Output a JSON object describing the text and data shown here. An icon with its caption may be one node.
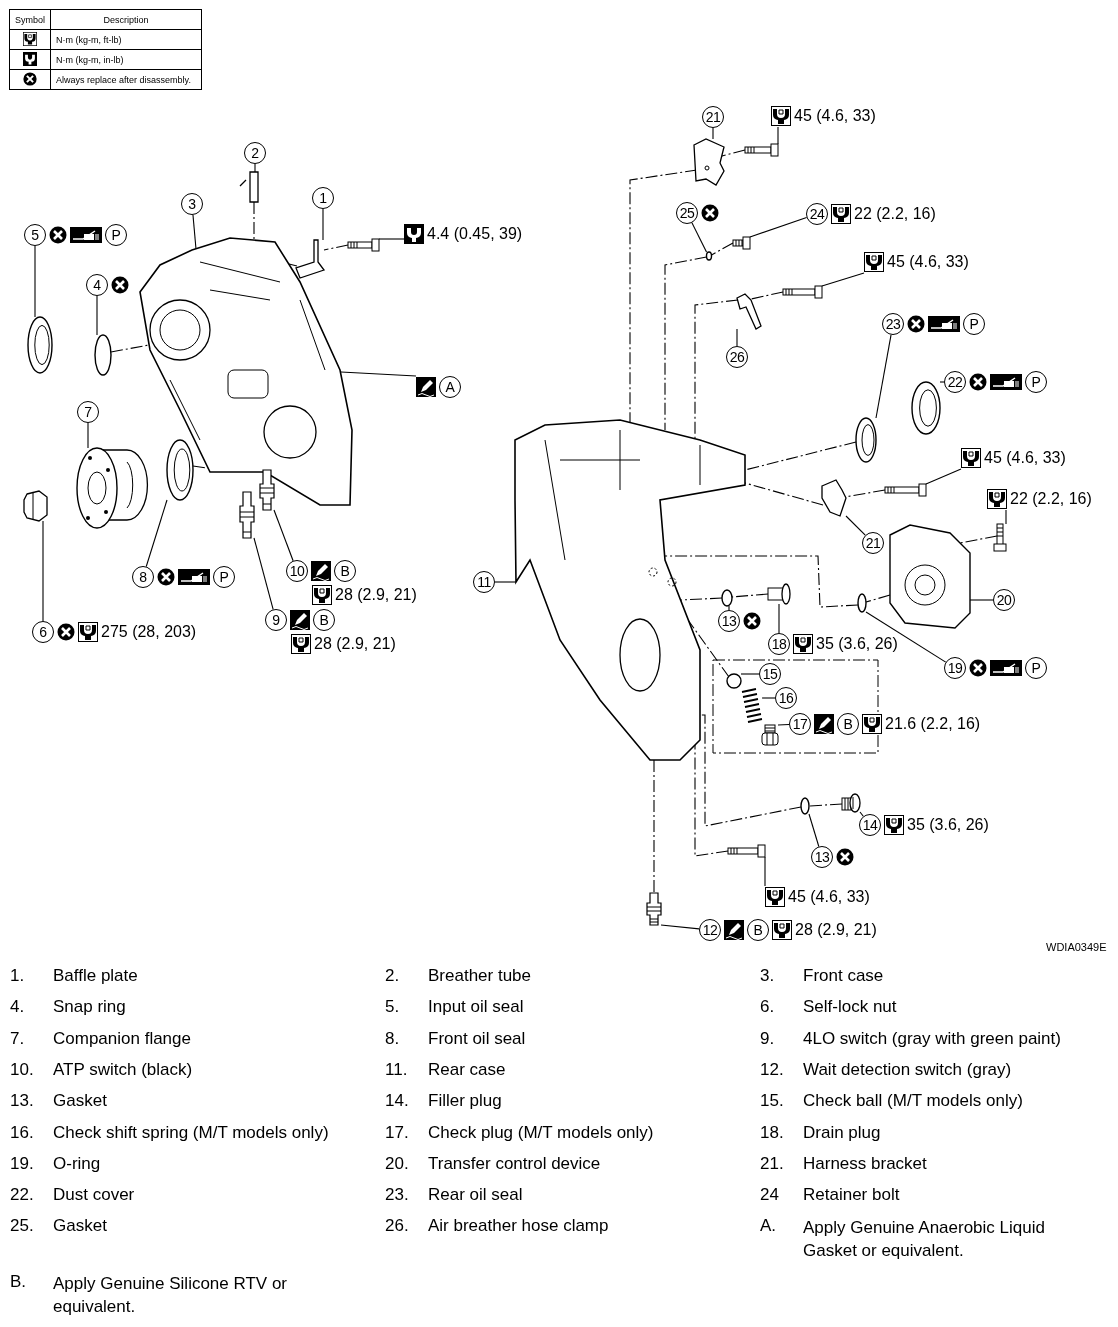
{
  "diagram": {
    "nodes": [
      {
        "text": [
          "21"
        ]
      },
      {
        "text": [
          "45 (4.6, 33)"
        ]
      },
      {
        "text": [
          "2"
        ]
      },
      {
        "text": [
          "3"
        ]
      },
      {
        "text": [
          "1"
        ]
      },
      {
        "text": [
          "5",
          "P"
        ]
      },
      {
        "text": [
          "4.4 (0.45, 39)"
        ]
      },
      {
        "text": [
          "25"
        ]
      },
      {
        "text": [
          "24",
          "22 (2.2, 16)"
        ]
      },
      {
        "text": [
          "4"
        ]
      },
      {
        "text": [
          "45 (4.6, 33)"
        ]
      },
      {
        "text": [
          "26"
        ]
      },
      {
        "text": [
          "23",
          "P"
        ]
      },
      {
        "text": [
          "A"
        ]
      },
      {
        "text": [
          "22",
          "P"
        ]
      },
      {
        "text": [
          "7"
        ]
      },
      {
        "text": [
          "45 (4.6, 33)"
        ]
      },
      {
        "text": [
          "22 (2.2, 16)"
        ]
      },
      {
        "text": [
          "21"
        ]
      },
      {
        "text": [
          "11"
        ]
      },
      {
        "text": [
          "20"
        ]
      },
      {
        "text": [
          "8",
          "P"
        ]
      },
      {
        "text": [
          "10",
          "B",
          "28 (2.9, 21)"
        ]
      },
      {
        "text": [
          "13"
        ]
      },
      {
        "text": [
          "18",
          "35 (3.6, 26)"
        ]
      },
      {
        "text": [
          "19",
          "P"
        ]
      },
      {
        "text": [
          "9",
          "B",
          "28 (2.9, 21)"
        ]
      },
      {
        "text": [
          "6",
          "275 (28, 203)"
        ]
      },
      {
        "text": [
          "15"
        ]
      },
      {
        "text": [
          "16"
        ]
      },
      {
        "text": [
          "17",
          "B",
          "21.6 (2.2, 16)"
        ]
      },
      {
        "text": [
          "14",
          "35 (3.6, 26)"
        ]
      },
      {
        "text": [
          "13"
        ]
      },
      {
        "text": [
          "45 (4.6, 33)"
        ]
      },
      {
        "text": [
          "12",
          "B",
          "28 (2.9, 21)"
        ]
      },
      {
        "text": [],
        "shape": "picture"
      },
      {
        "text": [],
        "shape": "picture"
      },
      {
        "text": [],
        "shape": "picture"
      },
      {
        "text": [],
        "shape": "picture"
      },
      {
        "text": [],
        "shape": "picture"
      },
      {
        "text": [],
        "shape": "picture"
      },
      {
        "text": [],
        "shape": "picture"
      },
      {
        "text": [],
        "shape": "circle"
      },
      {
        "text": [],
        "shape": "picture"
      },
      {
        "text": [],
        "shape": "circle"
      },
      {
        "text": [],
        "shape": "picture"
      },
      {
        "text": [],
        "shape": "picture"
      },
      {
        "text": [],
        "shape": "picture"
      },
      {
        "text": [],
        "shape": "picture"
      },
      {
        "text": [],
        "shape": "picture"
      },
      {
        "text": [],
        "shape": "picture"
      },
      {
        "text": [],
        "shape": "picture"
      },
      {
        "text": [],
        "shape": "picture"
      },
      {
        "text": [],
        "shape": "picture"
      },
      {
        "text": [],
        "shape": "picture"
      },
      {
        "text": [],
        "shape": "picture"
      },
      {
        "text": [],
        "shape": "picture"
      },
      {
        "text": [],
        "shape": "circle"
      },
      {
        "text": [],
        "shape": "picture"
      },
      {
        "text": [],
        "shape": "circle"
      },
      {
        "text": [],
        "shape": "picture"
      },
      {
        "text": [],
        "shape": "picture"
      },
      {
        "text": [],
        "shape": "circle"
      },
      {
        "text": [],
        "shape": "picture"
      },
      {
        "text": [],
        "shape": "picture"
      },
      {
        "text": [],
        "shape": "picture"
      },
      {
        "text": [],
        "shape": "circle"
      },
      {
        "text": [],
        "shape": "picture"
      },
      {
        "text": [],
        "shape": "picture"
      }
    ],
    "edges": [
      {
        "from": 0,
        "to": 35,
        "arrow": "none"
      },
      {
        "from": 1,
        "to": 36,
        "arrow": "none"
      },
      {
        "from": 2,
        "to": 37,
        "arrow": "none"
      },
      {
        "from": 3,
        "to": 38,
        "arrow": "none"
      },
      {
        "from": 4,
        "to": 39,
        "arrow": "none"
      },
      {
        "from": 5,
        "to": 40,
        "arrow": "none"
      },
      {
        "from": 6,
        "to": 41,
        "arrow": "none"
      },
      {
        "from": 7,
        "to": 42,
        "arrow": "none"
      },
      {
        "from": 8,
        "to": 43,
        "arrow": "none"
      },
      {
        "from": 9,
        "to": 44,
        "arrow": "none"
      },
      {
        "from": 10,
        "to": 45,
        "arrow": "none"
      },
      {
        "from": 11,
        "to": 46,
        "arrow": "none"
      },
      {
        "from": 12,
        "to": 47,
        "arrow": "none"
      },
      {
        "from": 13,
        "to": 38,
        "arrow": "none"
      },
      {
        "from": 14,
        "to": 48,
        "arrow": "none"
      },
      {
        "from": 15,
        "to": 49,
        "arrow": "none"
      },
      {
        "from": 16,
        "to": 50,
        "arrow": "none"
      },
      {
        "from": 17,
        "to": 51,
        "arrow": "none"
      },
      {
        "from": 18,
        "to": 52,
        "arrow": "none"
      },
      {
        "from": 19,
        "to": 53,
        "arrow": "none"
      },
      {
        "from": 20,
        "to": 54,
        "arrow": "none"
      },
      {
        "from": 21,
        "to": 55,
        "arrow": "none"
      },
      {
        "from": 22,
        "to": 56,
        "arrow": "none"
      },
      {
        "from": 23,
        "to": 57,
        "arrow": "none"
      },
      {
        "from": 24,
        "to": 58,
        "arrow": "none"
      },
      {
        "from": 25,
        "to": 59,
        "arrow": "none"
      },
      {
        "from": 26,
        "to": 60,
        "arrow": "none"
      },
      {
        "from": 27,
        "to": 61,
        "arrow": "none"
      },
      {
        "from": 28,
        "to": 62,
        "arrow": "none"
      },
      {
        "from": 29,
        "to": 63,
        "arrow": "none"
      },
      {
        "from": 30,
        "to": 64,
        "arrow": "none"
      },
      {
        "from": 31,
        "to": 65,
        "arrow": "none"
      },
      {
        "from": 32,
        "to": 66,
        "arrow": "none"
      },
      {
        "from": 33,
        "to": 67,
        "arrow": "none"
      },
      {
        "from": 34,
        "to": 68,
        "arrow": "none"
      },
      {
        "from": 37,
        "to": 38,
        "arrow": "none",
        "style": "dashed"
      },
      {
        "from": 44,
        "to": 38,
        "arrow": "none",
        "style": "dashed"
      },
      {
        "from": 55,
        "to": 38,
        "arrow": "none",
        "style": "dashed"
      },
      {
        "from": 41,
        "to": 39,
        "arrow": "none",
        "style": "dashed"
      },
      {
        "from": 39,
        "to": 38,
        "arrow": "none",
        "style": "dashed"
      },
      {
        "from": 36,
        "to": 35,
        "arrow": "none",
        "style": "dashed"
      },
      {
        "from": 35,
        "to": 53,
        "arrow": "none",
        "style": "dashed"
      },
      {
        "from": 43,
        "to": 42,
        "arrow": "none",
        "style": "dashed"
      },
      {
        "from": 42,
        "to": 53,
        "arrow": "none",
        "style": "dashed"
      },
      {
        "from": 45,
        "to": 46,
        "arrow": "none",
        "style": "dashed"
      },
      {
        "from": 46,
        "to": 53,
        "arrow": "none",
        "style": "dashed"
      },
      {
        "from": 47,
        "to": 53,
        "arrow": "none",
        "style": "dashed"
      },
      {
        "from": 50,
        "to": 52,
        "arrow": "none",
        "style": "dashed"
      },
      {
        "from": 52,
        "to": 53,
        "arrow": "none",
        "style": "dashed"
      },
      {
        "from": 58,
        "to": 57,
        "arrow": "none",
        "style": "dashed"
      },
      {
        "from": 57,
        "to": 53,
        "arrow": "none",
        "style": "dashed"
      },
      {
        "from": 54,
        "to": 59,
        "arrow": "none",
        "style": "dashed"
      },
      {
        "from": 59,
        "to": 53,
        "arrow": "none",
        "style": "dashed"
      },
      {
        "from": 51,
        "to": 54,
        "arrow": "none",
        "style": "dashed"
      },
      {
        "from": 62,
        "to": 53,
        "arrow": "none",
        "style": "dashed"
      },
      {
        "from": 65,
        "to": 66,
        "arrow": "none",
        "style": "dashed"
      },
      {
        "from": 66,
        "to": 53,
        "arrow": "none",
        "style": "dashed"
      },
      {
        "from": 67,
        "to": 53,
        "arrow": "none",
        "style": "dashed"
      },
      {
        "from": 53,
        "to": 68,
        "arrow": "none",
        "style": "dashed"
      }
    ],
    "labels": [
      "Symbol",
      "Description",
      "WDIA0349E",
      "1.",
      "Baffle plate",
      "2.",
      "Breather tube",
      "3.",
      "Front case",
      "4.",
      "Snap ring",
      "5.",
      "Input oil seal",
      "6.",
      "Self-lock nut",
      "7.",
      "Companion flange",
      "8.",
      "Front oil seal",
      "9.",
      "4LO switch (gray with green paint)",
      "10.",
      "ATP switch (black)",
      "11.",
      "Rear case",
      "12.",
      "Wait detection switch (gray)",
      "13.",
      "Gasket",
      "14.",
      "Filler plug",
      "15.",
      "Check ball (M/T models only)",
      "16.",
      "Check shift spring (M/T models only)",
      "17.",
      "Check plug (M/T models only)",
      "18.",
      "Drain plug",
      "19.",
      "O-ring",
      "20.",
      "Transfer control device",
      "21.",
      "Harness bracket",
      "22.",
      "Dust cover",
      "23.",
      "Rear oil seal",
      "24",
      "Retainer bolt",
      "25.",
      "Gasket",
      "26.",
      "Air breather hose clamp",
      "A.",
      "Apply Genuine Anaerobic Liquid Gasket or equivalent.",
      "B.",
      "Apply Genuine Silicone RTV or equivalent."
    ],
    "legend": [
      {
        "text": "N·m (kg-m, ft-lb)"
      },
      {
        "text": "N·m (kg-m, in-lb)"
      },
      {
        "text": "Always replace after disassembly."
      }
    ]
  }
}
